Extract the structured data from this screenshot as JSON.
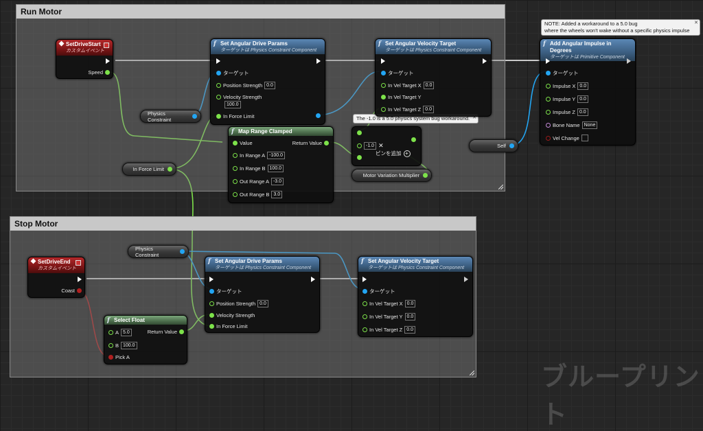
{
  "comments": {
    "run_motor": "Run Motor",
    "stop_motor": "Stop Motor"
  },
  "notes": {
    "impulse_note_line1": "NOTE: Added a workaround to a 5.0 bug",
    "impulse_note_line2": "where the wheels won't wake without a specific physics impulse",
    "physics_note": "The -1.0 is a 5.0 physics system bug workaround."
  },
  "nodes": {
    "set_drive_start": {
      "title": "SetDriveStart",
      "subtitle": "カスタムイベント",
      "speed": "Speed"
    },
    "set_drive_end": {
      "title": "SetDriveEnd",
      "subtitle": "カスタムイベント",
      "coast": "Coast"
    },
    "set_angular_drive_params_1": {
      "title": "Set Angular Drive Params",
      "subtitle": "ターゲットは Physics Constraint Component",
      "target": "ターゲット",
      "position_strength": "Position Strength",
      "position_strength_val": "0.0",
      "velocity_strength": "Velocity Strength",
      "velocity_strength_val": "100.0",
      "in_force_limit": "In Force Limit"
    },
    "set_angular_velocity_target_1": {
      "title": "Set Angular Velocity Target",
      "subtitle": "ターゲットは Physics Constraint Component",
      "target": "ターゲット",
      "x": "In Vel Target X",
      "x_val": "0.0",
      "y": "In Vel Target Y",
      "z": "In Vel Target Z",
      "z_val": "0.0"
    },
    "add_angular_impulse": {
      "title": "Add Angular Impulse in Degrees",
      "subtitle": "ターゲットは Primitive Component",
      "target": "ターゲット",
      "ix": "Impulse X",
      "ix_val": "0.0",
      "iy": "Impulse Y",
      "iy_val": "0.0",
      "iz": "Impulse Z",
      "iz_val": "0.0",
      "bone": "Bone Name",
      "bone_val": "None",
      "velchange": "Vel Change"
    },
    "map_range_clamped": {
      "title": "Map Range Clamped",
      "value": "Value",
      "return_value": "Return Value",
      "in_a": "In Range A",
      "in_a_val": "-100.0",
      "in_b": "In Range B",
      "in_b_val": "100.0",
      "out_a": "Out Range A",
      "out_a_val": "-3.0",
      "out_b": "Out Range B",
      "out_b_val": "3.0"
    },
    "multiply": {
      "a_val": "-1.0",
      "add_pin": "ピンを追加"
    },
    "set_angular_drive_params_2": {
      "title": "Set Angular Drive Params",
      "subtitle": "ターゲットは Physics Constraint Component",
      "target": "ターゲット",
      "position_strength": "Position Strength",
      "position_strength_val": "0.0",
      "velocity_strength": "Velocity Strength",
      "in_force_limit": "In Force Limit"
    },
    "set_angular_velocity_target_2": {
      "title": "Set Angular Velocity Target",
      "subtitle": "ターゲットは Physics Constraint Component",
      "target": "ターゲット",
      "x": "In Vel Target X",
      "x_val": "0.0",
      "y": "In Vel Target Y",
      "y_val": "0.0",
      "z": "In Vel Target Z",
      "z_val": "0.0"
    },
    "select_float": {
      "title": "Select Float",
      "a": "A",
      "a_val": "5.0",
      "b": "B",
      "b_val": "100.0",
      "pick_a": "Pick A",
      "return_value": "Return Value"
    }
  },
  "getters": {
    "physics_constraint_1": "Physics Constraint",
    "in_force_limit": "In Force Limit",
    "self": "Self",
    "motor_variation_multiplier": "Motor Variation Multiplier",
    "physics_constraint_2": "Physics Constraint"
  },
  "watermark": "ブループリント",
  "colors": {
    "exec": "#ffffff",
    "float": "#7de24a",
    "object": "#23a5f2",
    "bool": "#b02020"
  }
}
